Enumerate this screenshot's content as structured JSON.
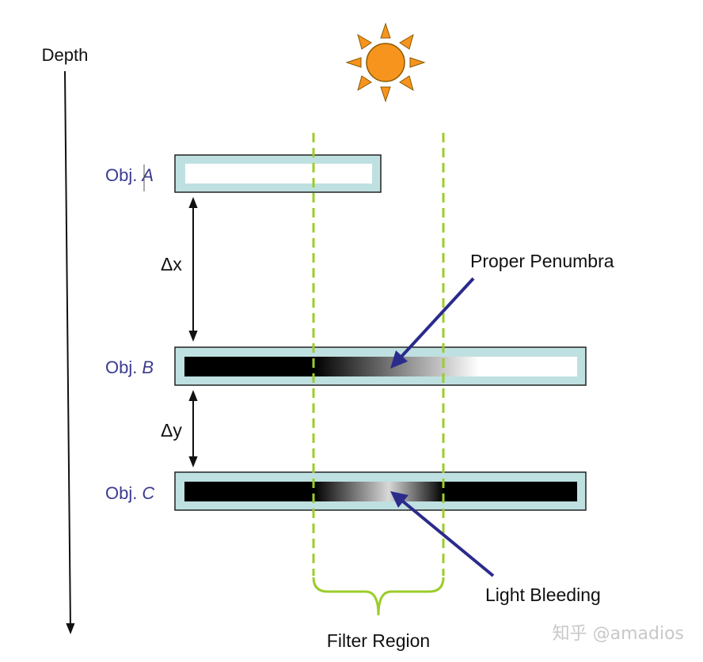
{
  "depth_label": "Depth",
  "objects": [
    {
      "prefix": "Obj.",
      "letter": "A"
    },
    {
      "prefix": "Obj.",
      "letter": "B"
    },
    {
      "prefix": "Obj.",
      "letter": "C"
    }
  ],
  "delta_x_label": "Δx",
  "delta_y_label": "Δy",
  "proper_penumbra_label": "Proper Penumbra",
  "light_bleeding_label": "Light Bleeding",
  "filter_region_label": "Filter Region",
  "watermark": "知乎 @amadios",
  "colors": {
    "object_frame": "#bfe0e0",
    "label_blue": "#3b3b8f",
    "arrow_navy": "#2b2b8c",
    "filter_green": "#9ccc2a",
    "sun_orange": "#f7941d"
  }
}
